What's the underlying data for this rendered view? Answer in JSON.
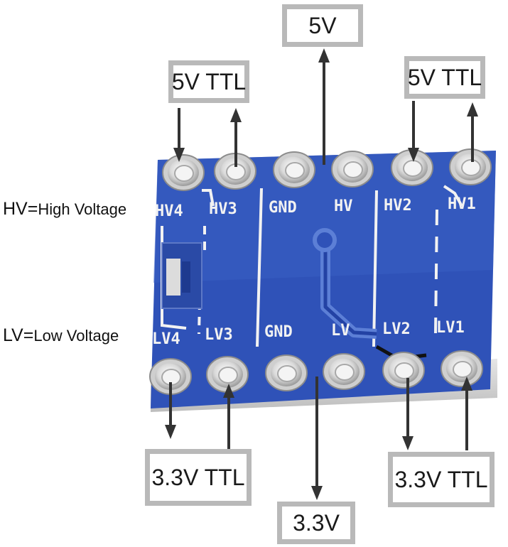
{
  "labels": {
    "top_center": "5V",
    "top_left": "5V TTL",
    "top_right": "5V TTL",
    "bottom_left": "3.3V TTL",
    "bottom_center": "3.3V",
    "bottom_right": "3.3V TTL"
  },
  "legend": {
    "hv_prefix": "HV=",
    "hv_text": "High Voltage",
    "lv_prefix": "LV=",
    "lv_text": "Low Voltage"
  },
  "board": {
    "hv_pins": [
      "HV4",
      "HV3",
      "GND",
      "HV",
      "HV2",
      "HV1"
    ],
    "lv_pins": [
      "LV4",
      "LV3",
      "GND",
      "LV",
      "LV2",
      "LV1"
    ],
    "colors": {
      "pcb": "#2f52b8",
      "silkscreen": "#f2f2f2",
      "arrow": "#333333",
      "box_border": "#b9b9b9"
    }
  }
}
